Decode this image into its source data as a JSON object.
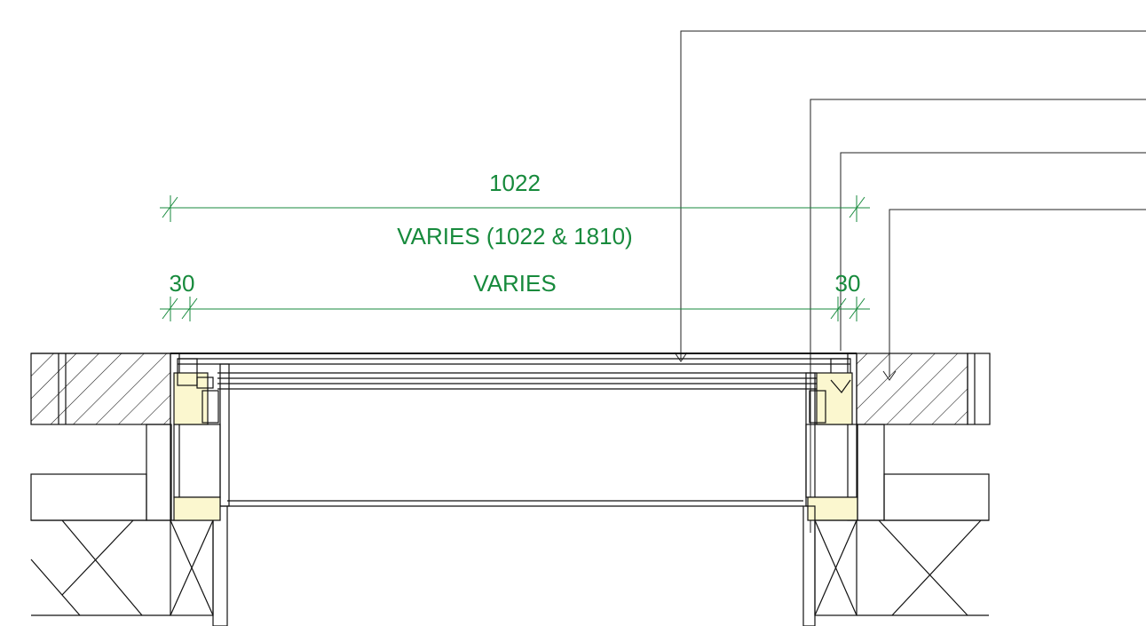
{
  "dimensions": {
    "overall_value": "1022",
    "overall_note": "VARIES (1022 & 1810)",
    "left_offset": "30",
    "opening": "VARIES",
    "right_offset": "30"
  },
  "colors": {
    "dimension": "#178a3c",
    "insulation_fill": "#fbf7cf",
    "linework": "#111111"
  }
}
